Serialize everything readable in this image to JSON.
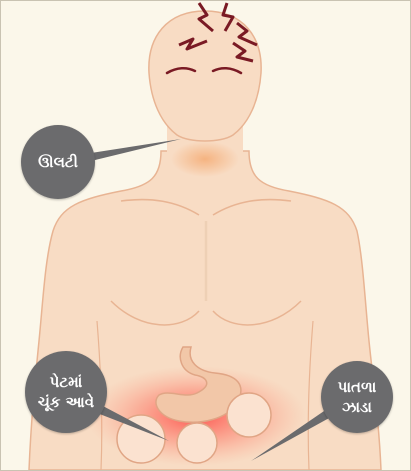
{
  "labels": {
    "nausea": "ઊલટી",
    "cramps_line1": "પેટમાં",
    "cramps_line2": "ચૂંક આવે",
    "diarrhea_line1": "પાતળા",
    "diarrhea_line2": "ઝાડા"
  },
  "colors": {
    "background": "#fbf7ea",
    "skin": "#f8dcc4",
    "outline": "#e8b493",
    "bubble": "#6b6b6d",
    "headache_mark": "#7a1a24",
    "inflammation": "#ff3b3b"
  },
  "icons": [
    "headache-lightning-icon",
    "stomach-icon",
    "intestine-icon"
  ]
}
